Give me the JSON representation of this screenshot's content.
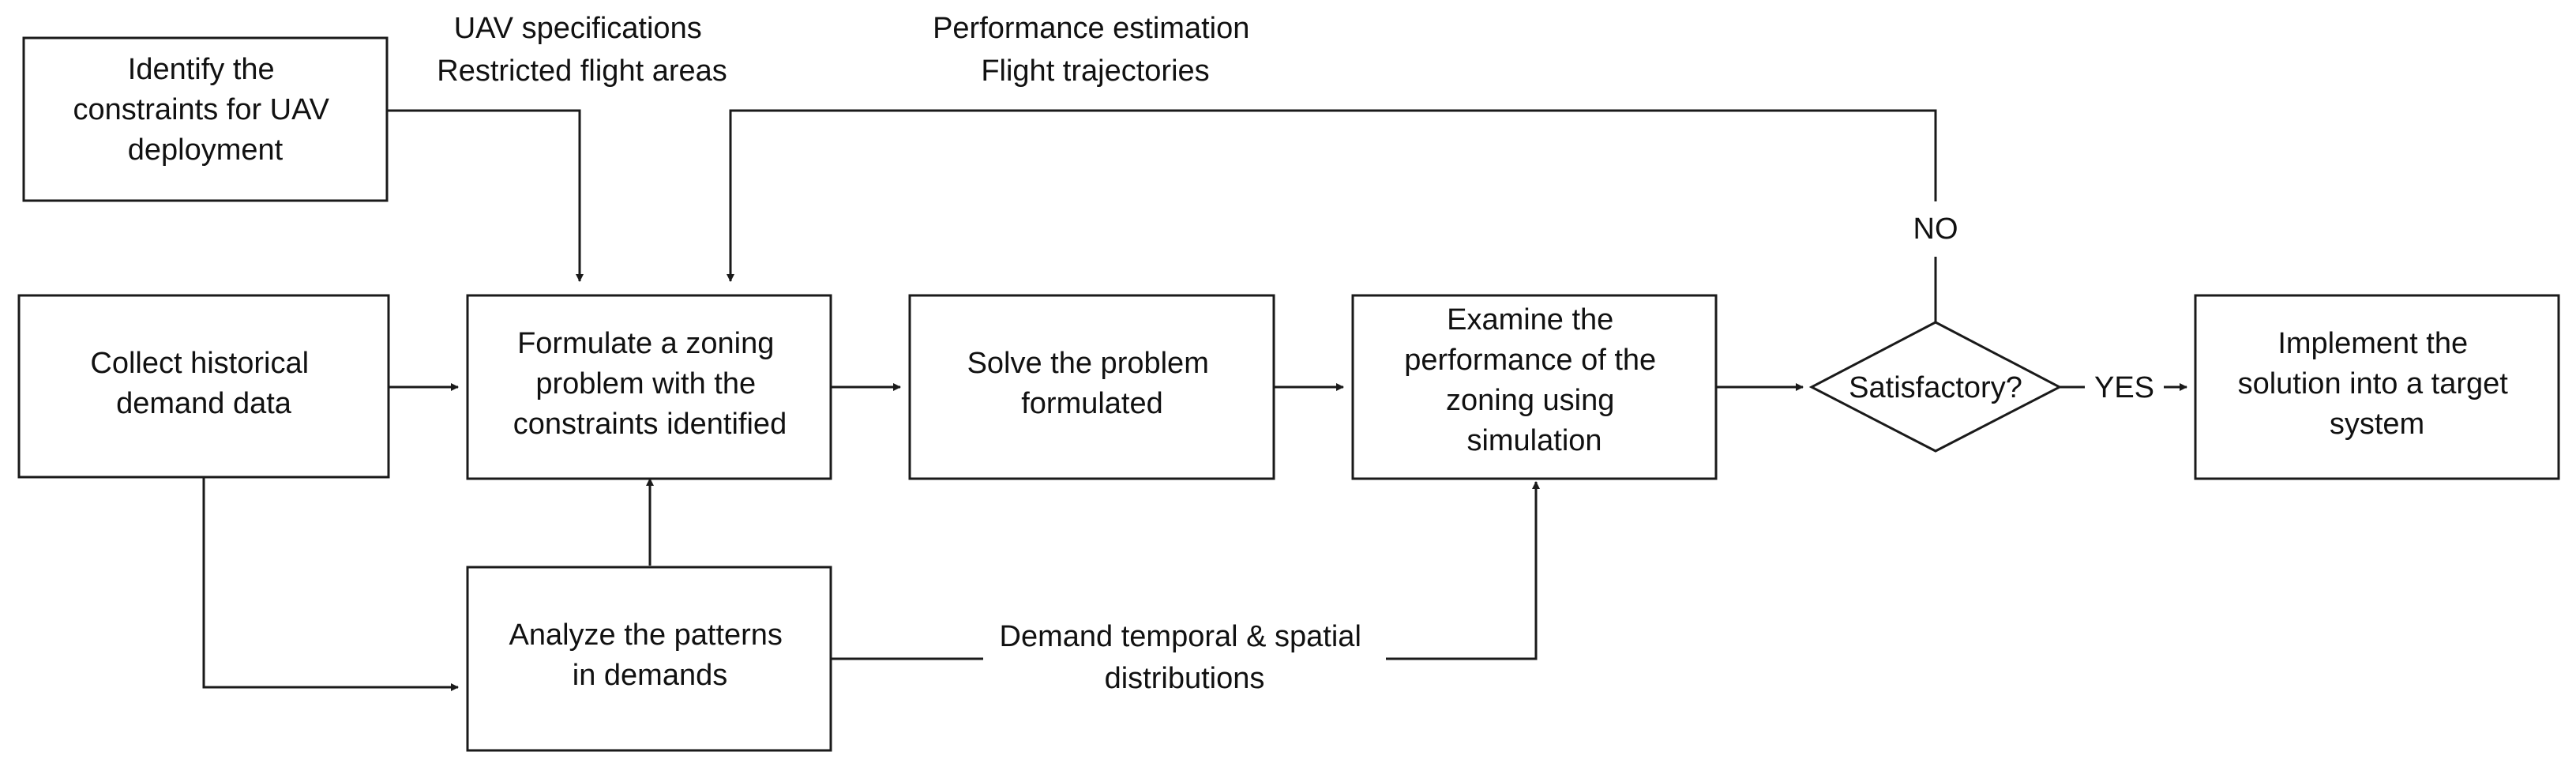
{
  "nodes": {
    "identify_constraints": {
      "lines": [
        "Identify the",
        "constraints for UAV",
        "deployment"
      ]
    },
    "collect_data": {
      "lines": [
        "Collect historical",
        "demand data"
      ]
    },
    "formulate": {
      "lines": [
        "Formulate a zoning",
        "problem with the",
        "constraints identified"
      ]
    },
    "solve": {
      "lines": [
        "Solve the problem",
        "formulated"
      ]
    },
    "examine": {
      "lines": [
        "Examine the",
        "performance of the",
        "zoning using",
        "simulation"
      ]
    },
    "satisfactory": {
      "label": "Satisfactory?"
    },
    "implement": {
      "lines": [
        "Implement the",
        "solution into a target",
        "system"
      ]
    },
    "analyze": {
      "lines": [
        "Analyze the patterns",
        "in demands"
      ]
    }
  },
  "edge_labels": {
    "constraints_info": [
      "UAV specifications",
      "Restricted flight areas"
    ],
    "feedback_info": [
      "Performance estimation",
      "Flight trajectories"
    ],
    "no": "NO",
    "yes": "YES",
    "demand_info": [
      "Demand temporal & spatial",
      "distributions"
    ]
  }
}
